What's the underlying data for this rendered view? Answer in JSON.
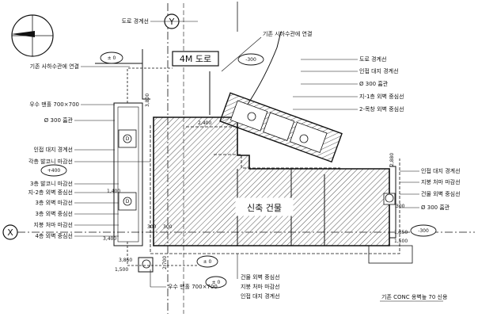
{
  "road": {
    "label": "4M 도로"
  },
  "axes": {
    "y": "Y",
    "x": "X"
  },
  "building": {
    "label": "신축 건물"
  },
  "levels": {
    "top": "-300",
    "right": "-300",
    "left": "+400",
    "road_left": "± 0",
    "bottom_a": "± 0",
    "bottom_b": "± 0"
  },
  "left_labels": [
    "기존 사하수관에 연결",
    "우수 맨홀 700×700",
    "Ø 300 흄관",
    "인접 대지 경계선",
    "각층 발코니 마감선",
    "3층 발코니 마감선",
    "지-2층 외벽 중심선",
    "3층 외벽 마감선",
    "3층 외벽 중심선",
    "지붕 처마 마감선",
    "4층 외벽 중심선"
  ],
  "right_labels": [
    "도로 경계선",
    "기존 시하수관에 연결",
    "도로 경계선",
    "인접 대지 경계선",
    "Ø 300 흄관",
    "지-1층 외벽 중심선",
    "2-목창 외벽 중심선",
    "인접 대지 경계선",
    "지붕 처마 마감선",
    "건물 외벽 중심선",
    "Ø 300 흄관",
    "기존 CONC 옹벽높 70 신용"
  ],
  "bottom_labels": [
    "우수 맨홀 700×700",
    "건물 외벽 중심선",
    "지붕 처마 마감선",
    "인접 대지 경계선"
  ],
  "dims": [
    "3,800",
    "2,400",
    "2,880",
    "3,400",
    "2,700",
    "1,500",
    "3,860",
    "1,850",
    "300",
    "300",
    "1,400",
    "300",
    "1,500"
  ],
  "symbols": {
    "drain": "D"
  }
}
